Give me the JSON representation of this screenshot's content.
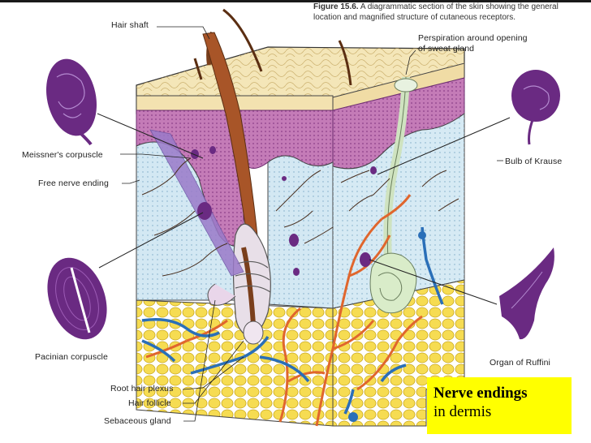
{
  "caption": {
    "figure": "Figure 15.6.",
    "text": "A diagrammatic section of the skin showing the general location and magnified structure of cutaneous receptors."
  },
  "labels": {
    "hair_shaft": "Hair shaft",
    "perspiration": "Perspiration around opening of sweat gland",
    "meissner": "Meissner's corpuscle",
    "free_nerve": "Free nerve ending",
    "krause": "Bulb of Krause",
    "pacinian": "Pacinian corpuscle",
    "ruffini": "Organ of Ruffini",
    "root_hair": "Root hair plexus",
    "hair_follicle": "Hair follicle",
    "sebaceous": "Sebaceous gland"
  },
  "callout": {
    "line1": "Nerve endings",
    "line2": "in  dermis"
  },
  "colors": {
    "epidermis": "#f3e3b4",
    "dermis_upper": "#c77ab8",
    "dermis": "#cfe6f2",
    "fat": "#f3d43c",
    "receptor": "#6a2a82",
    "artery": "#e0662d",
    "vein": "#2a6fb8",
    "callout_bg": "#ffff00"
  }
}
